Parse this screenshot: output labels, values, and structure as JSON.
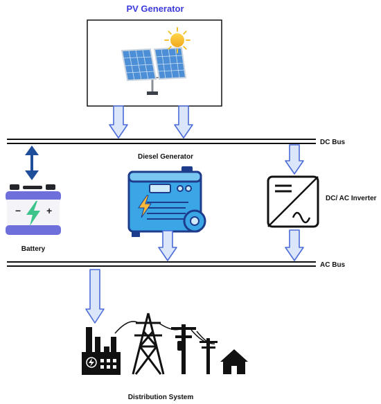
{
  "diagram": {
    "pv_generator_label": "PV Generator",
    "dc_bus_label": "DC Bus",
    "ac_bus_label": "AC Bus",
    "diesel_generator_label": "Diesel Generator",
    "inverter_label": "DC/ AC  Inverter",
    "battery_label": "Battery",
    "distribution_label": "Distribution System"
  },
  "colors": {
    "title": "#3b3bdc",
    "arrow_fill": "#dbe6fa",
    "arrow_stroke": "#4a6bd8",
    "battery_arrow": "#1f4f9a",
    "bus_line": "#111111",
    "generator_body": "#3aa6e6",
    "generator_dark": "#1e3c8c",
    "battery_bolt": "#3dc48a",
    "sun": "#f2c230",
    "panel": "#4c8fd6"
  },
  "icons": [
    "solar-panel-icon",
    "sun-icon",
    "battery-icon",
    "diesel-generator-icon",
    "inverter-icon",
    "factory-icon",
    "transmission-tower-icon",
    "power-pole-icon",
    "house-icon"
  ]
}
